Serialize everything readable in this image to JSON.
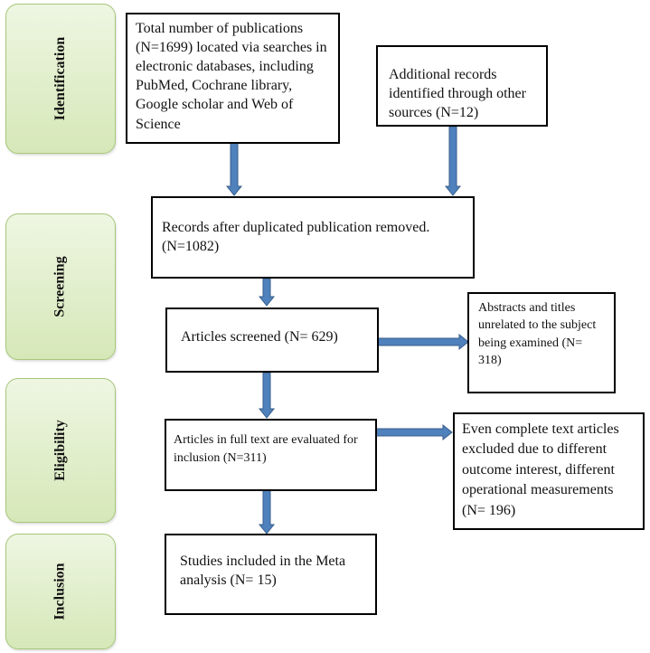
{
  "phases": {
    "identification": "Identification",
    "screening": "Screening",
    "eligibility": "Eligibility",
    "inclusion": "Inclusion"
  },
  "boxes": {
    "total_publications": "Total number of publications (N=1699) located via searches in electronic databases, including PubMed, Cochrane library, Google scholar and Web of Science",
    "additional_records": "Additional records identified through other sources (N=12)",
    "after_duplicates": "Records after duplicated publication removed. (N=1082)",
    "screened": "Articles screened (N= 629)",
    "unrelated": "Abstracts and titles unrelated to the subject being examined (N= 318)",
    "full_text": "Articles in full text are evaluated for inclusion (N=311)",
    "excluded_full_text": "Even complete text articles excluded due to different outcome interest, different operational measurements (N= 196)",
    "included": "Studies included in the Meta analysis (N= 15)"
  },
  "colors": {
    "arrow": "#4f81bd",
    "arrow_outline": "#385d8a",
    "phase_fill": "#d6e8b8",
    "phase_border": "#a7c57a"
  }
}
